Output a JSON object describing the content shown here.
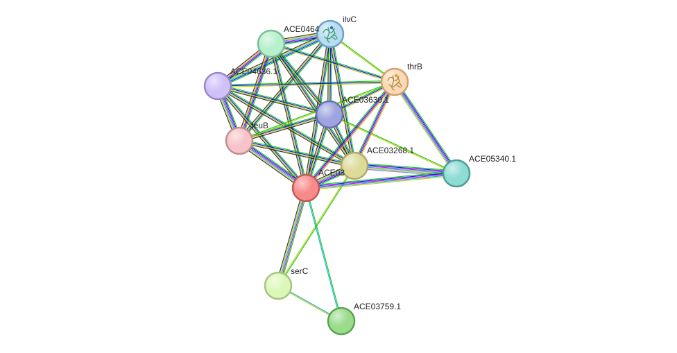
{
  "network": {
    "evidence_colors": {
      "neighborhood": "#00c800",
      "fusion": "#ff0000",
      "cooccurrence": "#0000ff",
      "coexpression": "#222222",
      "experiments": "#c000c0",
      "databases": "#00b0e0",
      "textmining": "#c8c800",
      "homology": "#7070ff"
    },
    "nodes": [
      {
        "id": "ilvC",
        "label": "ilvC",
        "color": "#b8dcf0",
        "stroke": "#6aa0c8",
        "icon": "protein-structure-icon"
      },
      {
        "id": "ACE04640",
        "label": "ACE0464",
        "color": "#b6f0cc",
        "stroke": "#7cbc94",
        "icon": ""
      },
      {
        "id": "thrB",
        "label": "thrB",
        "color": "#fad9b4",
        "stroke": "#d0a070",
        "icon": "protein-structure-icon"
      },
      {
        "id": "ACE04636",
        "label": "ACE04636.1",
        "color": "#cfc0f8",
        "stroke": "#9888c8",
        "icon": ""
      },
      {
        "id": "ACE03630",
        "label": "ACE03630.1",
        "color": "#9ea4e0",
        "stroke": "#6870b0",
        "icon": ""
      },
      {
        "id": "leuB",
        "label": "leuB",
        "color": "#f6c4c8",
        "stroke": "#c48c90",
        "icon": ""
      },
      {
        "id": "ACE03268",
        "label": "ACE03268.1",
        "color": "#deda9a",
        "stroke": "#aeaa6a",
        "icon": ""
      },
      {
        "id": "ACE03center",
        "label": "ACE03",
        "color": "#f88a8a",
        "stroke": "#c05a5a",
        "icon": ""
      },
      {
        "id": "ACE05340",
        "label": "ACE05340.1",
        "color": "#8cdcd4",
        "stroke": "#4e9e96",
        "icon": ""
      },
      {
        "id": "serC",
        "label": "serC",
        "color": "#dcf8b8",
        "stroke": "#a4c484",
        "icon": ""
      },
      {
        "id": "ACE03759",
        "label": "ACE03759.1",
        "color": "#9adc8c",
        "stroke": "#5ea254",
        "icon": ""
      }
    ],
    "edges": [
      {
        "a": "ilvC",
        "b": "ACE04640",
        "ev": [
          "neighborhood",
          "cooccurrence",
          "experiments",
          "databases",
          "textmining",
          "coexpression"
        ]
      },
      {
        "a": "ilvC",
        "b": "ACE04636",
        "ev": [
          "neighborhood",
          "cooccurrence",
          "databases",
          "textmining",
          "coexpression"
        ]
      },
      {
        "a": "ilvC",
        "b": "leuB",
        "ev": [
          "neighborhood",
          "cooccurrence",
          "textmining",
          "coexpression"
        ]
      },
      {
        "a": "ilvC",
        "b": "ACE03630",
        "ev": [
          "neighborhood",
          "cooccurrence",
          "textmining",
          "coexpression"
        ]
      },
      {
        "a": "ilvC",
        "b": "ACE03268",
        "ev": [
          "neighborhood",
          "cooccurrence",
          "textmining",
          "coexpression"
        ]
      },
      {
        "a": "ilvC",
        "b": "ACE03center",
        "ev": [
          "neighborhood",
          "cooccurrence",
          "textmining",
          "coexpression"
        ]
      },
      {
        "a": "ilvC",
        "b": "thrB",
        "ev": [
          "neighborhood",
          "textmining"
        ]
      },
      {
        "a": "ACE04640",
        "b": "ACE04636",
        "ev": [
          "neighborhood",
          "cooccurrence",
          "experiments",
          "textmining",
          "coexpression"
        ]
      },
      {
        "a": "ACE04640",
        "b": "leuB",
        "ev": [
          "neighborhood",
          "cooccurrence",
          "experiments",
          "textmining",
          "coexpression"
        ]
      },
      {
        "a": "ACE04640",
        "b": "ACE03630",
        "ev": [
          "neighborhood",
          "cooccurrence",
          "textmining",
          "coexpression"
        ]
      },
      {
        "a": "ACE04640",
        "b": "ACE03268",
        "ev": [
          "neighborhood",
          "cooccurrence",
          "textmining",
          "coexpression"
        ]
      },
      {
        "a": "ACE04640",
        "b": "ACE03center",
        "ev": [
          "neighborhood",
          "cooccurrence",
          "textmining",
          "coexpression"
        ]
      },
      {
        "a": "ACE04640",
        "b": "thrB",
        "ev": [
          "neighborhood",
          "cooccurrence",
          "textmining"
        ]
      },
      {
        "a": "ACE04636",
        "b": "leuB",
        "ev": [
          "neighborhood",
          "cooccurrence",
          "experiments",
          "databases",
          "textmining",
          "coexpression"
        ]
      },
      {
        "a": "ACE04636",
        "b": "ACE03630",
        "ev": [
          "neighborhood",
          "cooccurrence",
          "textmining",
          "coexpression"
        ]
      },
      {
        "a": "ACE04636",
        "b": "ACE03268",
        "ev": [
          "neighborhood",
          "cooccurrence",
          "textmining",
          "coexpression"
        ]
      },
      {
        "a": "ACE04636",
        "b": "ACE03center",
        "ev": [
          "neighborhood",
          "cooccurrence",
          "textmining",
          "coexpression"
        ]
      },
      {
        "a": "ACE04636",
        "b": "thrB",
        "ev": [
          "neighborhood",
          "cooccurrence",
          "textmining"
        ]
      },
      {
        "a": "leuB",
        "b": "ACE03630",
        "ev": [
          "neighborhood",
          "cooccurrence",
          "textmining",
          "coexpression"
        ]
      },
      {
        "a": "leuB",
        "b": "ACE03268",
        "ev": [
          "neighborhood",
          "cooccurrence",
          "textmining",
          "coexpression"
        ]
      },
      {
        "a": "leuB",
        "b": "ACE03center",
        "ev": [
          "neighborhood",
          "cooccurrence",
          "experiments",
          "databases",
          "textmining",
          "coexpression"
        ]
      },
      {
        "a": "leuB",
        "b": "thrB",
        "ev": [
          "neighborhood",
          "textmining"
        ]
      },
      {
        "a": "ACE03630",
        "b": "ACE03268",
        "ev": [
          "neighborhood",
          "cooccurrence",
          "textmining",
          "coexpression"
        ]
      },
      {
        "a": "ACE03630",
        "b": "ACE03center",
        "ev": [
          "neighborhood",
          "cooccurrence",
          "textmining",
          "coexpression"
        ]
      },
      {
        "a": "ACE03630",
        "b": "thrB",
        "ev": [
          "neighborhood",
          "cooccurrence",
          "textmining"
        ]
      },
      {
        "a": "ACE03630",
        "b": "ACE05340",
        "ev": [
          "neighborhood",
          "textmining"
        ]
      },
      {
        "a": "ACE03268",
        "b": "ACE03center",
        "ev": [
          "neighborhood",
          "cooccurrence",
          "experiments",
          "databases",
          "textmining",
          "coexpression"
        ]
      },
      {
        "a": "ACE03268",
        "b": "thrB",
        "ev": [
          "neighborhood",
          "cooccurrence",
          "experiments",
          "textmining"
        ]
      },
      {
        "a": "ACE03268",
        "b": "ACE05340",
        "ev": [
          "neighborhood",
          "cooccurrence",
          "experiments",
          "databases",
          "textmining",
          "homology"
        ]
      },
      {
        "a": "ACE03268",
        "b": "serC",
        "ev": [
          "neighborhood",
          "textmining"
        ]
      },
      {
        "a": "ACE03center",
        "b": "thrB",
        "ev": [
          "neighborhood",
          "cooccurrence",
          "experiments",
          "textmining"
        ]
      },
      {
        "a": "ACE03center",
        "b": "ACE05340",
        "ev": [
          "neighborhood",
          "cooccurrence",
          "experiments",
          "databases",
          "textmining"
        ]
      },
      {
        "a": "ACE03center",
        "b": "serC",
        "ev": [
          "neighborhood",
          "experiments",
          "databases",
          "textmining",
          "coexpression"
        ]
      },
      {
        "a": "ACE03center",
        "b": "ACE03759",
        "ev": [
          "neighborhood",
          "databases"
        ]
      },
      {
        "a": "thrB",
        "b": "ACE05340",
        "ev": [
          "neighborhood",
          "cooccurrence",
          "experiments",
          "databases",
          "textmining"
        ]
      },
      {
        "a": "serC",
        "b": "ACE03759",
        "ev": [
          "databases",
          "textmining"
        ]
      }
    ]
  }
}
